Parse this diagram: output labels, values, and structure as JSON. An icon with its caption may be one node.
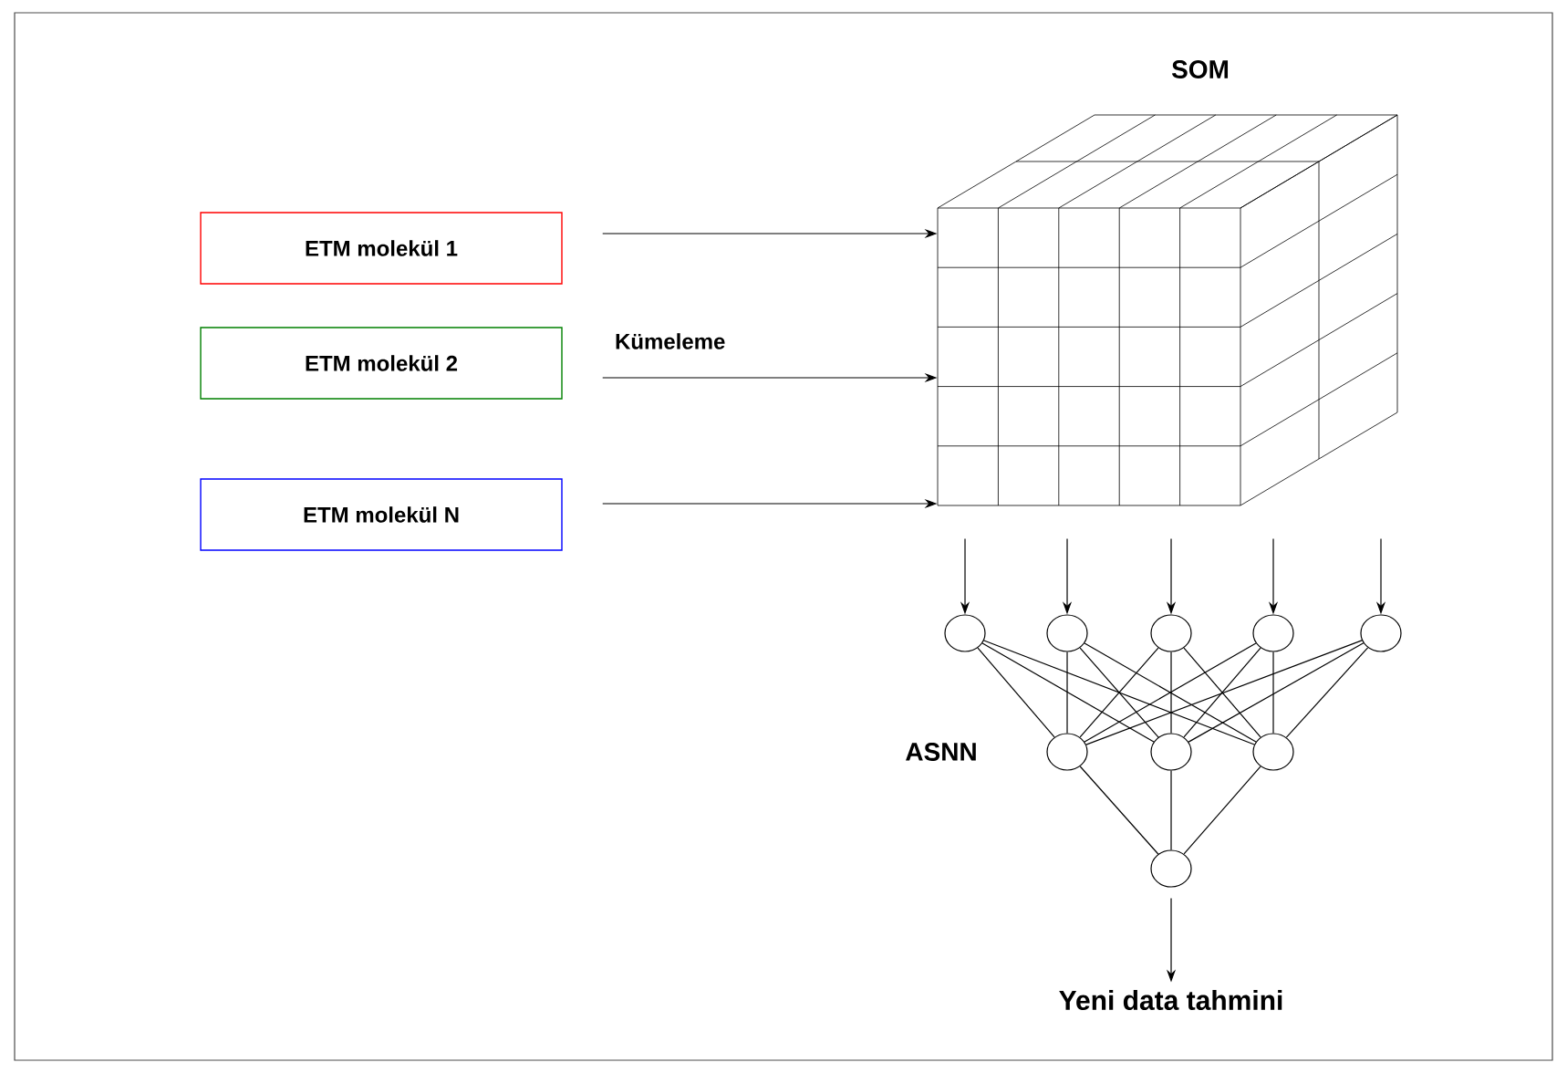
{
  "diagram": {
    "nodes": [
      {
        "text": [
          "ETM molekül 1"
        ]
      },
      {
        "text": [
          "ETM molekül 2"
        ]
      },
      {
        "text": [
          "ETM molekül N"
        ]
      },
      {
        "text": [
          "SOM"
        ]
      },
      {
        "text": [],
        "shape": "circle"
      },
      {
        "text": [],
        "shape": "circle"
      },
      {
        "text": [],
        "shape": "circle"
      },
      {
        "text": [],
        "shape": "circle"
      },
      {
        "text": [],
        "shape": "circle"
      },
      {
        "text": [],
        "shape": "circle"
      },
      {
        "text": [],
        "shape": "circle"
      },
      {
        "text": [],
        "shape": "circle"
      },
      {
        "text": [],
        "shape": "circle"
      },
      {
        "text": [
          "Yeni data tahmini"
        ]
      }
    ],
    "edges": [
      {
        "from": 0,
        "to": 3,
        "arrow": "to"
      },
      {
        "from": 1,
        "to": 3,
        "arrow": "to",
        "label": "Kümeleme"
      },
      {
        "from": 2,
        "to": 3,
        "arrow": "to"
      },
      {
        "from": 3,
        "to": 4,
        "arrow": "to"
      },
      {
        "from": 3,
        "to": 5,
        "arrow": "to"
      },
      {
        "from": 3,
        "to": 6,
        "arrow": "to"
      },
      {
        "from": 3,
        "to": 7,
        "arrow": "to"
      },
      {
        "from": 3,
        "to": 8,
        "arrow": "to"
      },
      {
        "from": 4,
        "to": 9,
        "arrow": "none"
      },
      {
        "from": 4,
        "to": 10,
        "arrow": "none"
      },
      {
        "from": 4,
        "to": 11,
        "arrow": "none"
      },
      {
        "from": 5,
        "to": 9,
        "arrow": "none"
      },
      {
        "from": 5,
        "to": 10,
        "arrow": "none"
      },
      {
        "from": 5,
        "to": 11,
        "arrow": "none"
      },
      {
        "from": 6,
        "to": 9,
        "arrow": "none"
      },
      {
        "from": 6,
        "to": 10,
        "arrow": "none"
      },
      {
        "from": 6,
        "to": 11,
        "arrow": "none"
      },
      {
        "from": 7,
        "to": 9,
        "arrow": "none"
      },
      {
        "from": 7,
        "to": 10,
        "arrow": "none"
      },
      {
        "from": 7,
        "to": 11,
        "arrow": "none"
      },
      {
        "from": 8,
        "to": 9,
        "arrow": "none"
      },
      {
        "from": 8,
        "to": 10,
        "arrow": "none"
      },
      {
        "from": 8,
        "to": 11,
        "arrow": "none"
      },
      {
        "from": 9,
        "to": 12,
        "arrow": "none"
      },
      {
        "from": 10,
        "to": 12,
        "arrow": "none"
      },
      {
        "from": 11,
        "to": 12,
        "arrow": "none"
      },
      {
        "from": 12,
        "to": 13,
        "arrow": "to"
      }
    ],
    "labels": [
      "ASNN"
    ]
  }
}
